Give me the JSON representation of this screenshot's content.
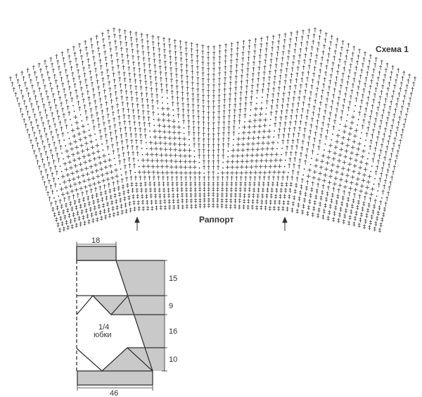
{
  "scheme_title": "Схема 1",
  "repeat_label": "Раппорт",
  "schematic": {
    "top_width": "18",
    "bottom_width": "46",
    "heights": [
      "15",
      "9",
      "16",
      "10"
    ],
    "center_label_line1": "1/4",
    "center_label_line2": "юбки"
  },
  "colors": {
    "ink": "#333333",
    "fill": "#c9c9c9"
  }
}
